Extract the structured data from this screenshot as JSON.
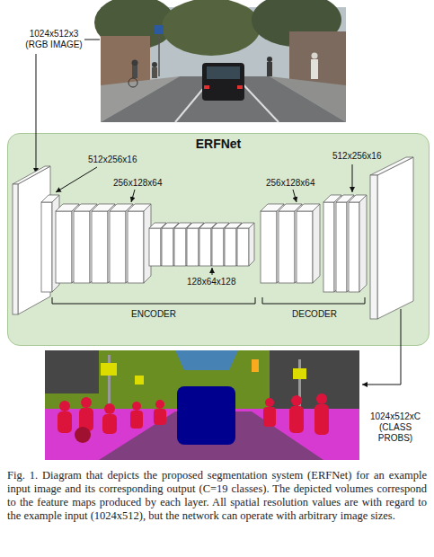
{
  "diagram": {
    "caption": "Fig. 1. Diagram that depicts the proposed segmentation system (ERFNet) for an example input image and its corresponding output (C=19 classes). The depicted volumes correspond to the feature maps produced by each layer. All spatial resolution values are with regard to the example input (1024x512), but the network can operate with arbitrary image sizes.",
    "nodes": [
      {
        "text": [
          "ERFNet"
        ]
      }
    ],
    "labels": [
      "1024x512x3 (RGB IMAGE)",
      "512x256x16",
      "256x128x64",
      "128x64x128",
      "256x128x64",
      "512x256x16",
      "ENCODER",
      "DECODER",
      "1024x512xC (CLASS PROBS)"
    ]
  }
}
